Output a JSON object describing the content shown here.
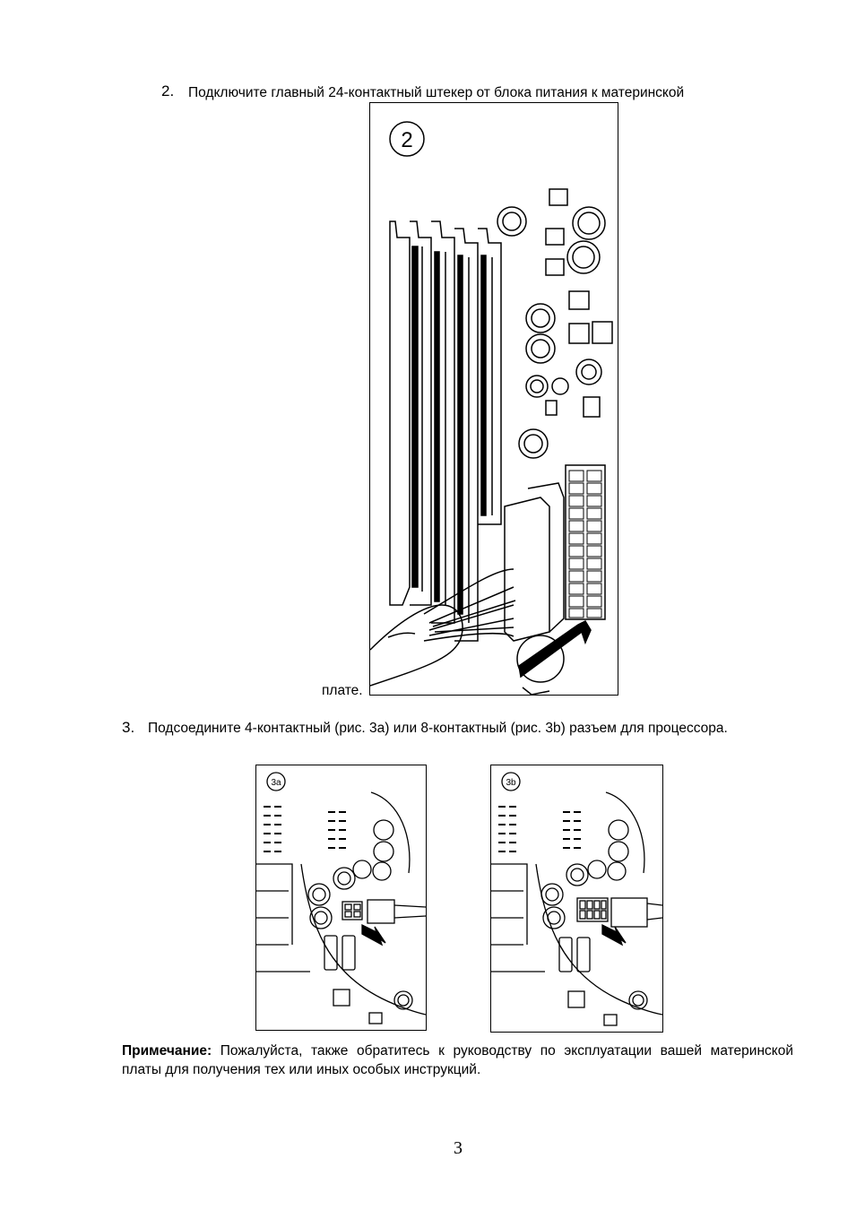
{
  "step2": {
    "number": "2.",
    "text": "Подключите главный 24-контактный штекер от блока питания к материнской",
    "continuation": "плате.",
    "figure_label": "2"
  },
  "step3": {
    "number": "3.",
    "text": "Подсоедините 4-контактный (рис. 3а) или 8-контактный (рис. 3b) разъем для процессора.",
    "figure_a_label": "3a",
    "figure_b_label": "3b"
  },
  "note": {
    "label": "Примечание:",
    "text": " Пожалуйста, также обратитесь к руководству по эксплуатации вашей материнской платы  для получения тех или иных особых инструкций."
  },
  "page_number": "3"
}
